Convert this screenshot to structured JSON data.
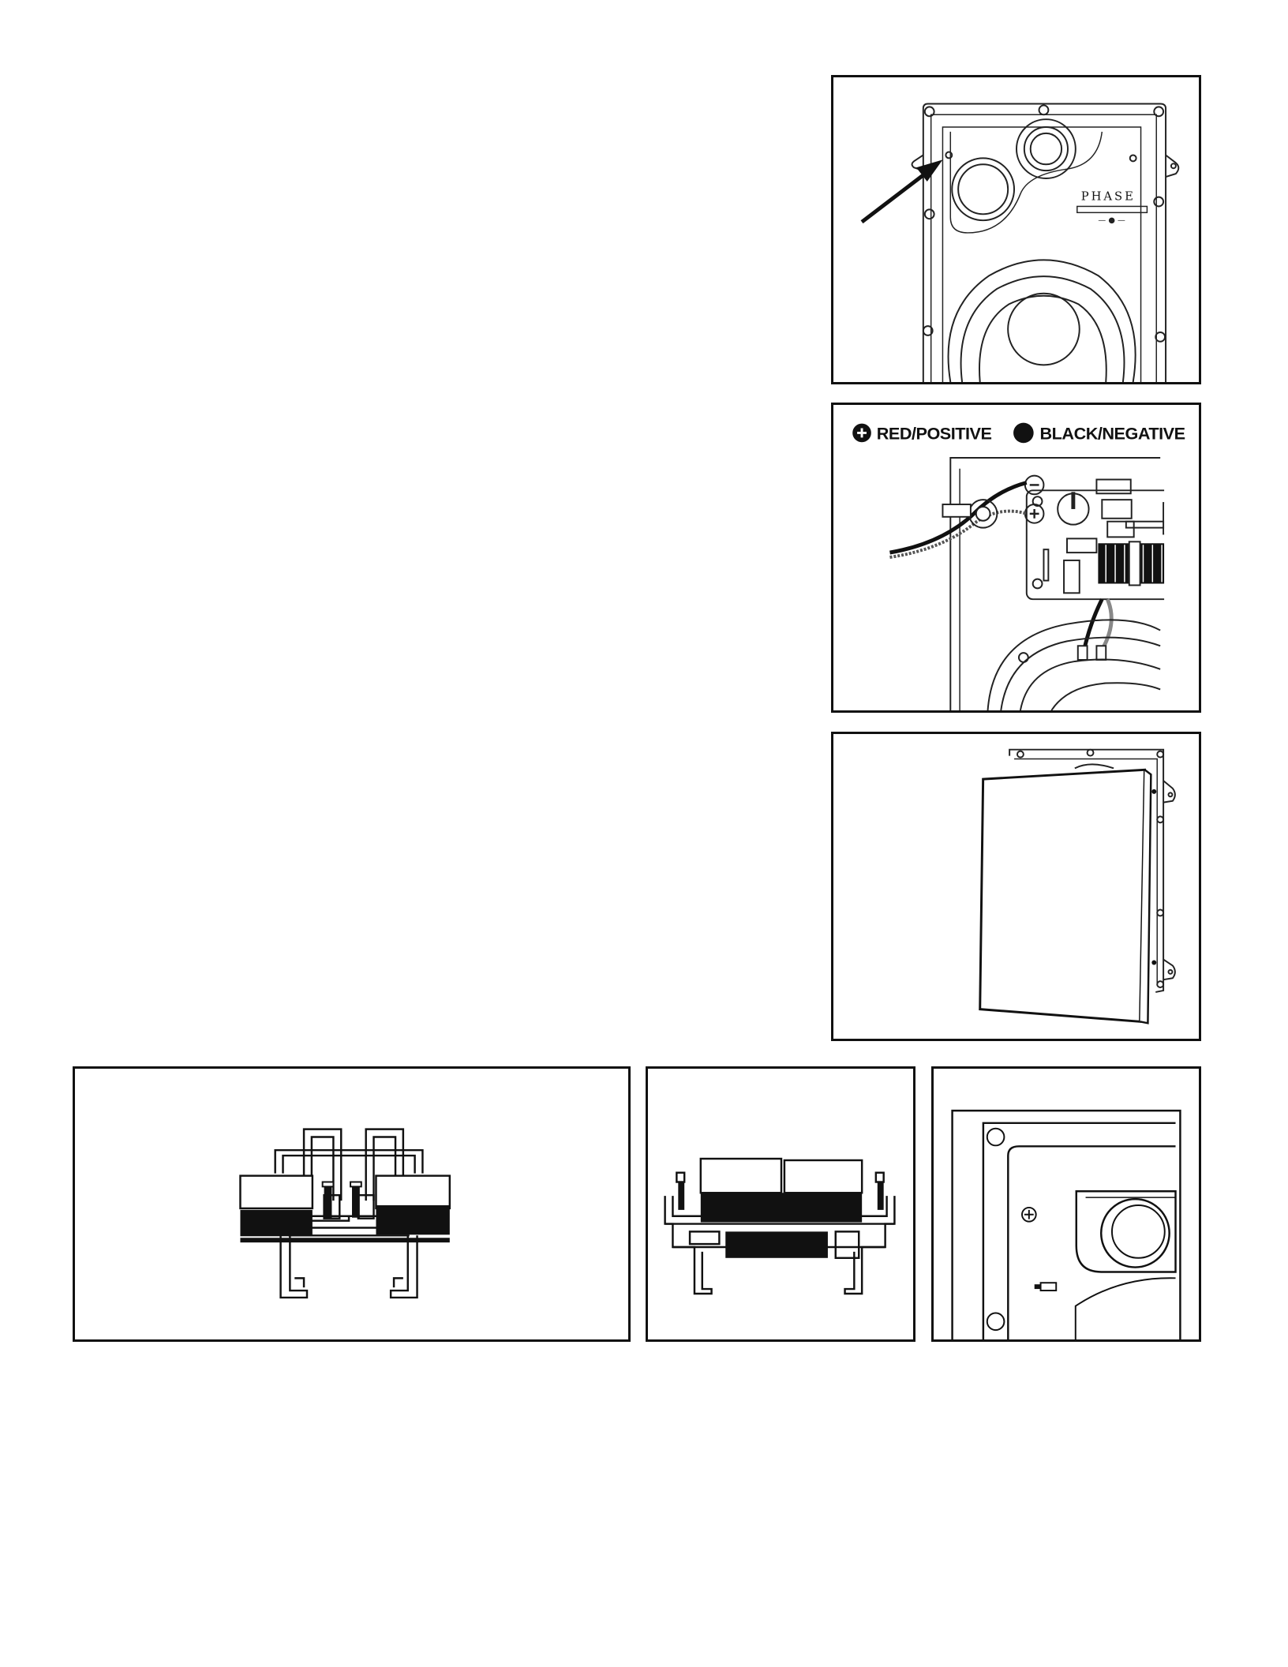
{
  "figures": {
    "wiring": {
      "legend_positive": "RED/POSITIVE",
      "legend_negative": "BLACK/NEGATIVE"
    },
    "speaker": {
      "brand": "PHASE"
    }
  }
}
